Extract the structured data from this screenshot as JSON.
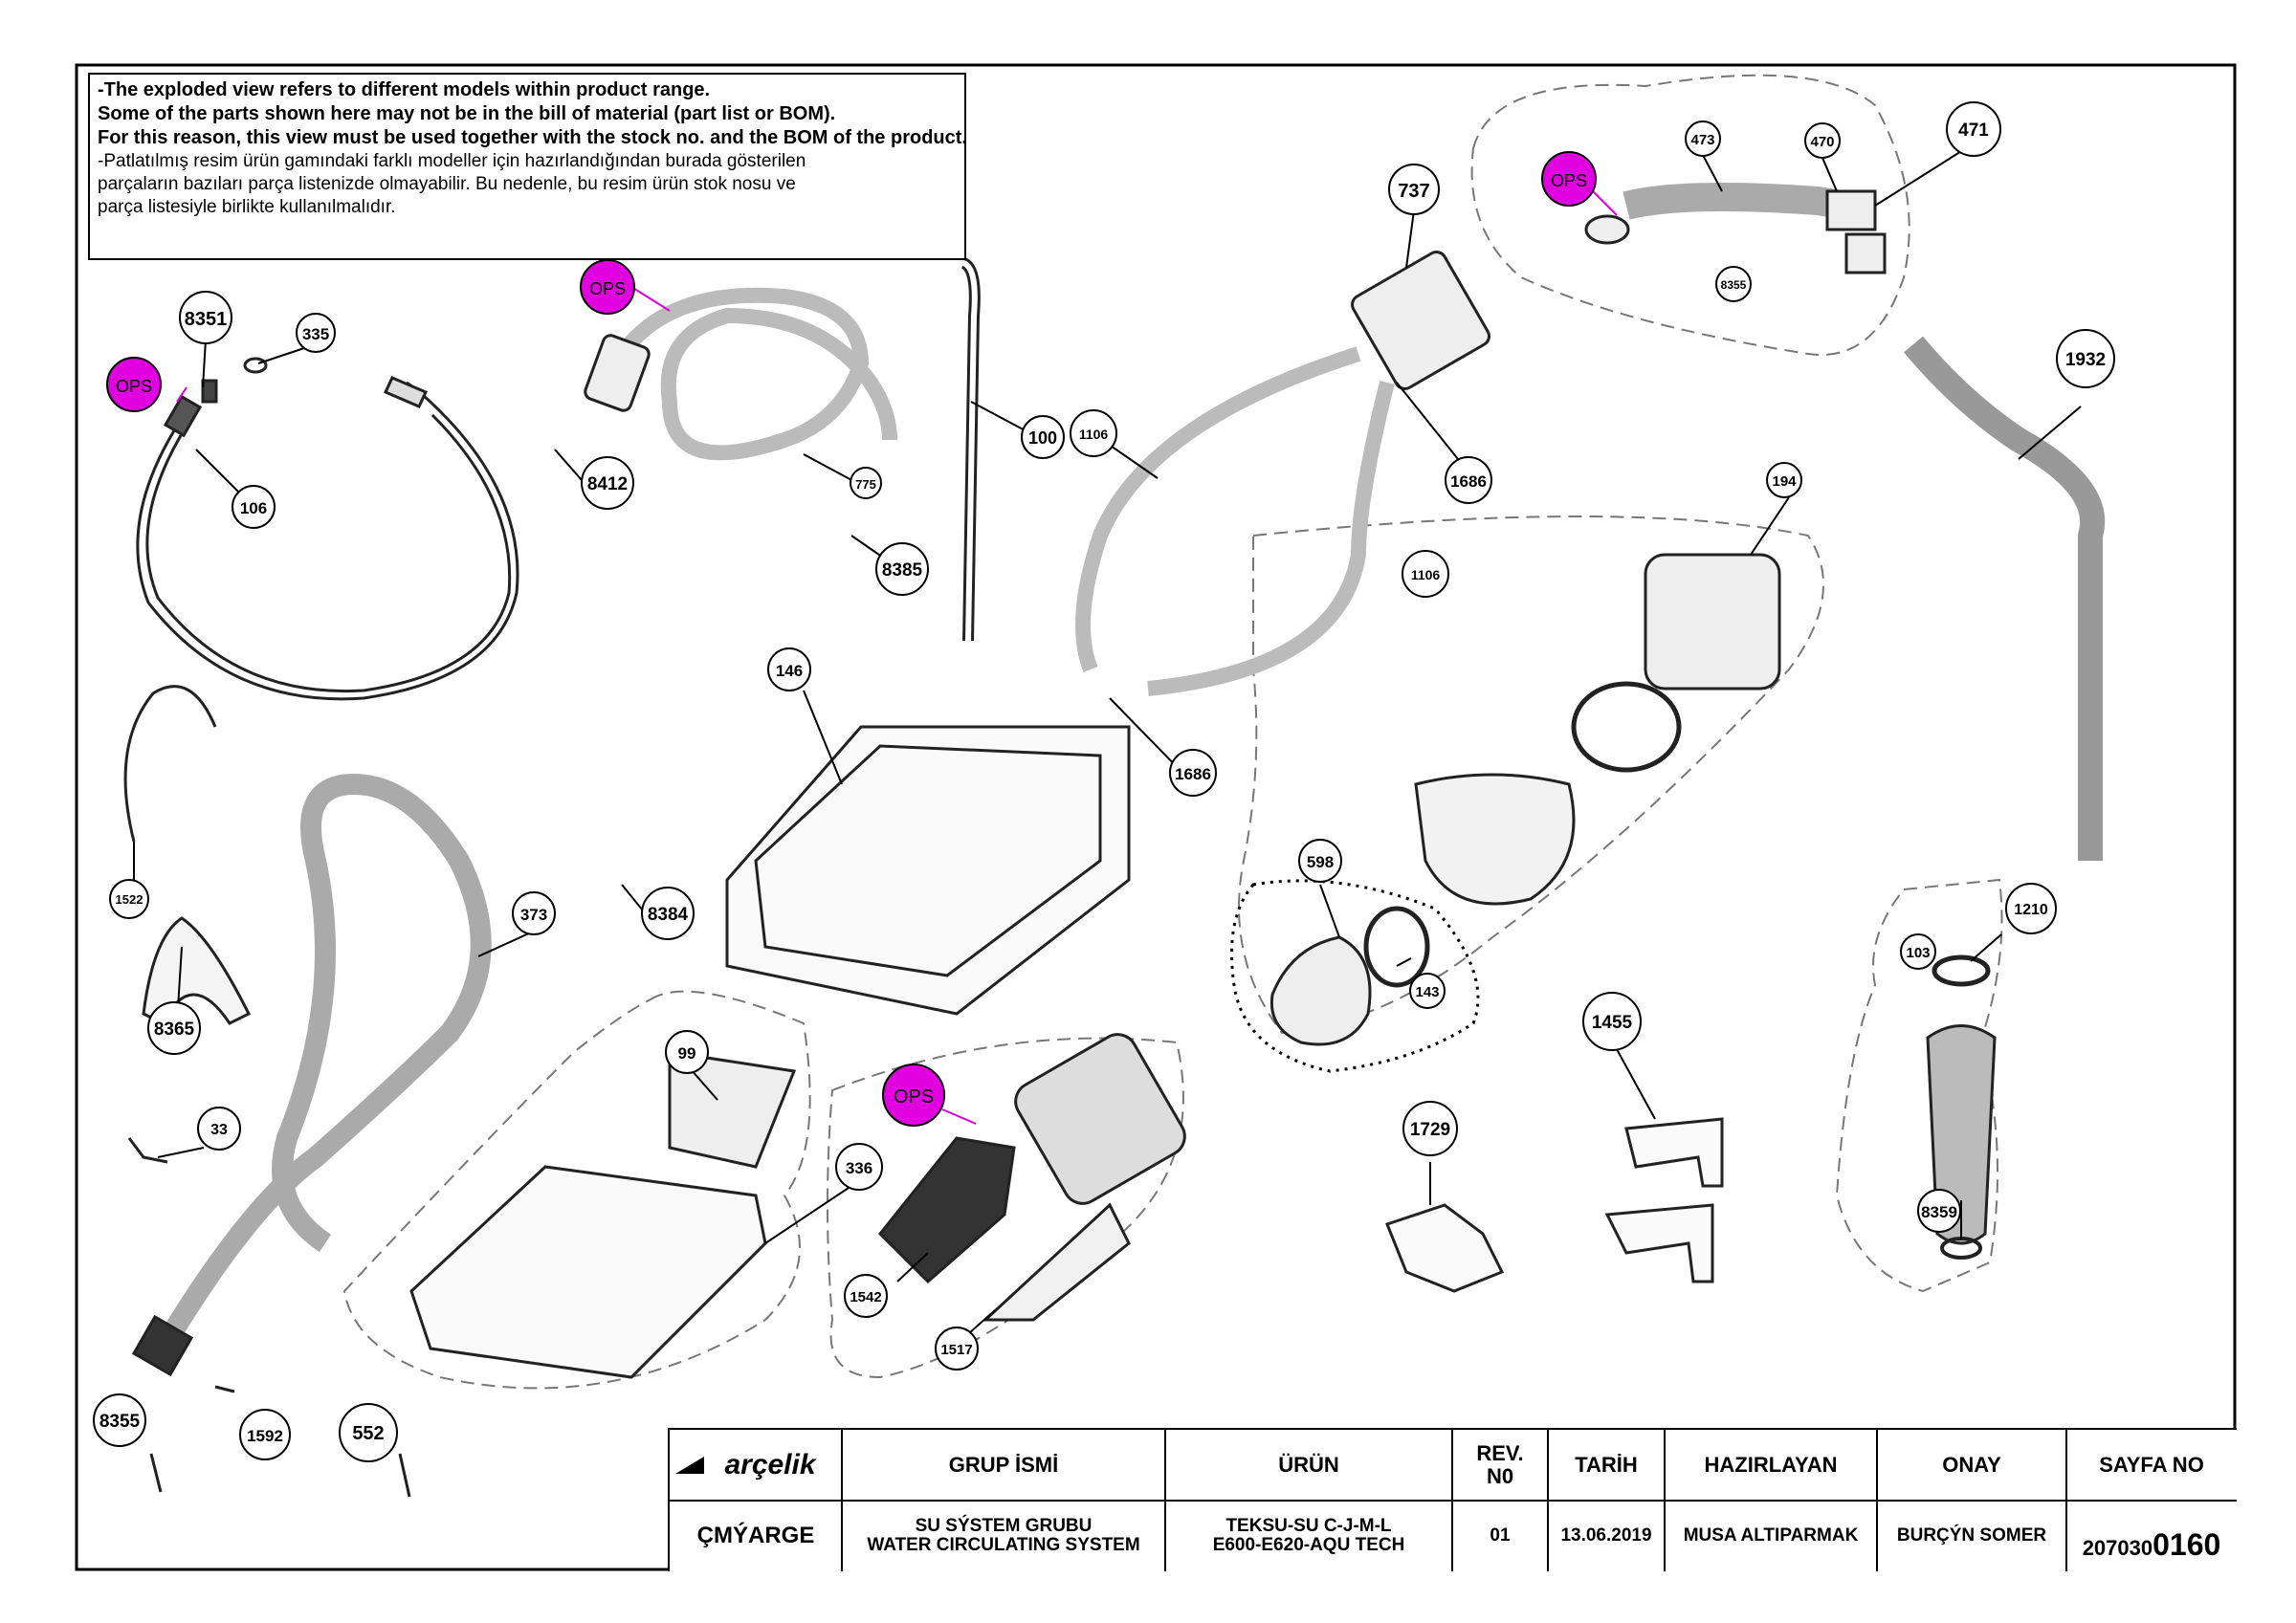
{
  "notes": {
    "en_1": "-The exploded view refers to different models within product range.",
    "en_2": " Some of the parts shown here may not be in the bill of material (part list or BOM).",
    "en_3": " For this reason, this view must be used together with the stock no. and the BOM of the product.",
    "tr_1": "-Patlatılmış resim ürün gamındaki farklı modeller için hazırlandığından burada gösterilen",
    "tr_2": " parçaların bazıları parça listenizde olmayabilir. Bu nedenle, bu resim ürün stok nosu ve",
    "tr_3": " parça listesiyle birlikte kullanılmalıdır."
  },
  "callouts": {
    "c8351": "8351",
    "c335": "335",
    "c106": "106",
    "c8412": "8412",
    "c775": "775",
    "c8385": "8385",
    "c100": "100",
    "c1106a": "1106",
    "c1106b": "1106",
    "c737": "737",
    "c1686a": "1686",
    "c1686b": "1686",
    "c473": "473",
    "c470": "470",
    "c471": "471",
    "c8355a": "8355",
    "c1932": "1932",
    "c194": "194",
    "c146": "146",
    "c8384": "8384",
    "c1522": "1522",
    "c373": "373",
    "c8365": "8365",
    "c598": "598",
    "c143": "143",
    "c99": "99",
    "c1210": "1210",
    "c103": "103",
    "c33": "33",
    "c336": "336",
    "c1455": "1455",
    "c1729": "1729",
    "c1542": "1542",
    "c1517": "1517",
    "c8359": "8359",
    "c8355b": "8355",
    "c1592": "1592",
    "c552": "552"
  },
  "ops_label": "OPS",
  "title_block": {
    "logo": "arçelik",
    "group_header": "GRUP İSMİ",
    "product_header": "ÜRÜN",
    "rev_header_1": "REV.",
    "rev_header_2": "N0",
    "date_header": "TARİH",
    "prepared_header": "HAZIRLAYAN",
    "approved_header": "ONAY",
    "page_header": "SAYFA NO",
    "brand_code": "ÇMÝARGE",
    "group_1": "SU SÝSTEM GRUBU",
    "group_2": "WATER CIRCULATING SYSTEM",
    "product_1": "TEKSU-SU C-J-M-L",
    "product_2": "E600-E620-AQU TECH",
    "rev": "01",
    "date": "13.06.2019",
    "prepared": "MUSA ALTIPARMAK",
    "approved": "BURÇÝN SOMER",
    "page_small": "207030",
    "page_large": "0160"
  },
  "colors": {
    "ops": "#e000e0",
    "line": "#000000",
    "dash": "#777777"
  }
}
